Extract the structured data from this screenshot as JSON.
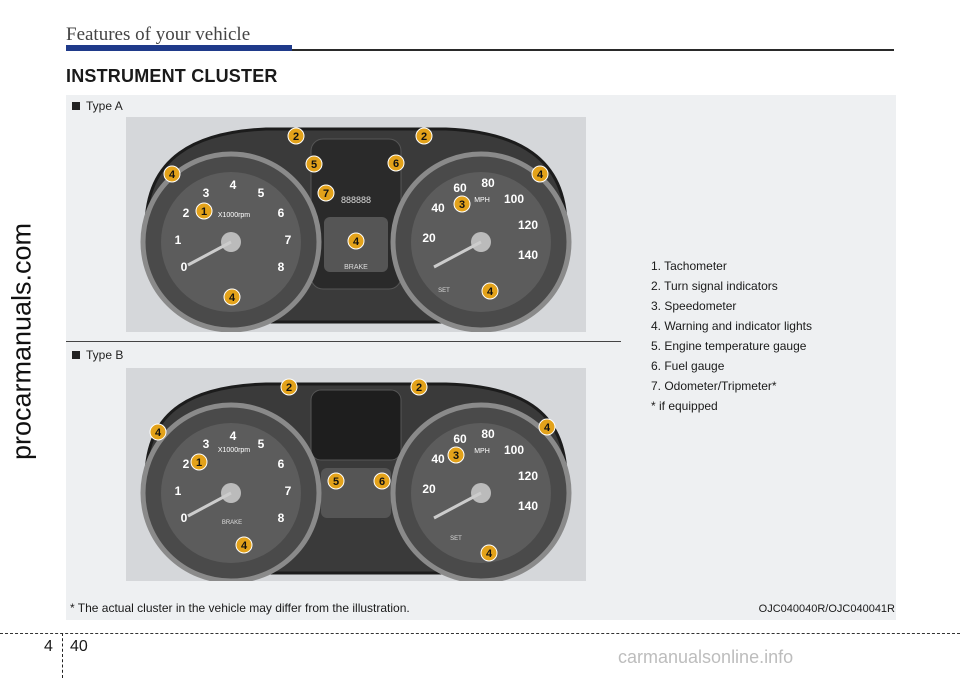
{
  "header": {
    "section_title": "Features of your vehicle",
    "heading": "INSTRUMENT CLUSTER"
  },
  "figure": {
    "type_a_label": "Type A",
    "type_b_label": "Type B",
    "cluster_a": {
      "tach_numbers": [
        "0",
        "1",
        "2",
        "3",
        "4",
        "5",
        "6",
        "7",
        "8"
      ],
      "tach_unit": "X1000rpm",
      "speed_numbers": [
        "20",
        "40",
        "60",
        "80",
        "100",
        "120",
        "140"
      ],
      "speed_unit": "MPH",
      "callouts_left": [
        "4",
        "1",
        "4"
      ],
      "callouts_right": [
        "4",
        "3",
        "4"
      ],
      "callouts_top": [
        "2",
        "2",
        "5",
        "6",
        "7",
        "4"
      ],
      "brake_label": "BRAKE",
      "odo_digits": "888888",
      "set_label": "SET"
    },
    "cluster_b": {
      "tach_numbers": [
        "0",
        "1",
        "2",
        "3",
        "4",
        "5",
        "6",
        "7",
        "8"
      ],
      "tach_unit": "X1000rpm",
      "speed_numbers": [
        "20",
        "40",
        "60",
        "80",
        "100",
        "120",
        "140"
      ],
      "speed_unit": "MPH",
      "callouts_left": [
        "4",
        "1",
        "4"
      ],
      "callouts_right": [
        "4",
        "3",
        "4"
      ],
      "callouts_top": [
        "2",
        "2",
        "5",
        "6"
      ],
      "brake_label": "BRAKE",
      "set_label": "SET"
    },
    "legend": [
      "1. Tachometer",
      "2. Turn signal indicators",
      "3. Speedometer",
      "4. Warning and indicator lights",
      "5. Engine temperature gauge",
      "6. Fuel gauge",
      "7. Odometer/Tripmeter*",
      "* if equipped"
    ],
    "footnote": "* The actual cluster in the vehicle may differ from the illustration.",
    "figure_code": "OJC040040R/OJC040041R"
  },
  "page": {
    "chapter": "4",
    "number": "40"
  },
  "watermarks": {
    "left": "procarmanuals.com",
    "bottom": "carmanualsonline.info"
  },
  "colors": {
    "heading_bar": "#1f3a8a",
    "panel_bg": "#eef0f2",
    "callout": "#e3a21a"
  }
}
